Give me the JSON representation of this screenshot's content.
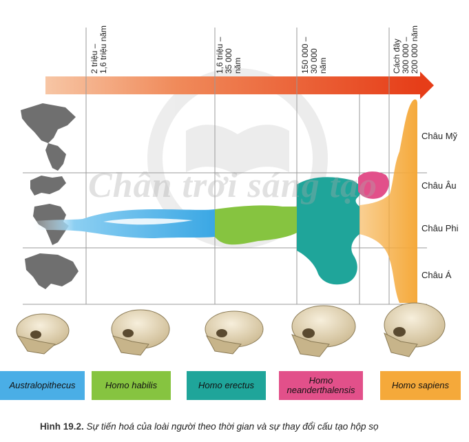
{
  "periods": [
    {
      "lines": [
        "2 triệu –",
        "1,6 triệu năm"
      ]
    },
    {
      "lines": [
        "1,6 triệu –",
        "35 000",
        "năm"
      ]
    },
    {
      "lines": [
        "150 000 –",
        "30 000",
        "năm"
      ]
    },
    {
      "lines": [
        "Cách đây",
        "300 000 –",
        "200 000 năm"
      ]
    }
  ],
  "regions": [
    "Châu Mỹ",
    "Châu Âu",
    "Châu Phi",
    "Châu Á"
  ],
  "species": [
    {
      "name": "Australopithecus",
      "color": "#4aaee6"
    },
    {
      "name": "Homo habilis",
      "color": "#86c440"
    },
    {
      "name": "Homo erectus",
      "color": "#1fa59a"
    },
    {
      "name": "Homo neanderthalensis",
      "lines": [
        "Homo",
        "neanderthalensis"
      ],
      "color": "#e2508a"
    },
    {
      "name": "Homo sapiens",
      "color": "#f5a93a"
    }
  ],
  "watermark": "Chân trời sáng tạo",
  "caption": {
    "number": "Hình 19.2.",
    "text": "Sự tiến hoá của loài người theo thời gian và sự thay đổi cấu tạo hộp sọ"
  },
  "colors": {
    "arrow_start": "#f6b48a",
    "arrow_end": "#e8421b",
    "grid": "#9a9a9a",
    "map": "#6f6f6f",
    "skull": "#e8dcc0"
  }
}
